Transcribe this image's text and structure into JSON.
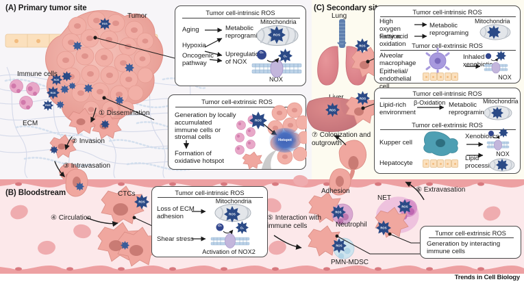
{
  "figure": {
    "footer": "Trends in Cell Biology"
  },
  "panels": {
    "a": {
      "title": "(A) Primary tumor site",
      "labels": {
        "tumor": "Tumor",
        "immune_cells": "Immune cells",
        "ecm": "ECM"
      },
      "steps": [
        "① Dissemination",
        "② Invasion",
        "③ Intravasation"
      ],
      "card_intrinsic": {
        "title": "Tumor cell-intrinsic ROS",
        "inputs": [
          "Aging",
          "Hypoxia",
          "Oncogenic pathway"
        ],
        "outputs": [
          "Metabolic reprograming",
          "Upregulation of NOX"
        ],
        "organelle": "Mitochondria",
        "enzyme": "NOX",
        "ros_tag": "ROS",
        "oxygen": "O₂"
      },
      "card_extrinsic": {
        "title": "Tumor cell-extrinsic ROS",
        "line1": "Generation by locally accumulated immune cells or stromal cells",
        "line2": "Formation of oxidative hotspot",
        "hotspot_tag": "Hotspot",
        "ros_tag": "ROS"
      }
    },
    "b": {
      "title": "(B) Bloodstream",
      "labels": {
        "ctcs": "CTCs",
        "adhesion": "Adhesion",
        "neutrophil": "Neutrophil",
        "pmn_mdsc": "PMN-MDSC",
        "net": "NET"
      },
      "steps": [
        "④ Circulation",
        "⑤ Interaction with immune cells",
        "⑥ Extravasation"
      ],
      "card_intrinsic": {
        "title": "Tumor cell-intrinsic ROS",
        "inputs": [
          "Loss of ECM adhesion",
          "Shear stress"
        ],
        "organelle": "Mitochondria",
        "footer": "Activation of NOX2",
        "ros_tag": "ROS",
        "oxygen": "O₂"
      },
      "card_extrinsic": {
        "title": "Tumor cell-extrinsic ROS",
        "body": "Generation by interacting immune cells"
      }
    },
    "c": {
      "title": "(C) Secondary sites",
      "labels": {
        "lung": "Lung",
        "liver": "Liver"
      },
      "steps": [
        "⑦ Colonization and outgrowth"
      ],
      "lung_card": {
        "intrinsic_title": "Tumor cell-intrinsic ROS",
        "intrinsic_inputs": [
          "High oxygen tension",
          "Fatty acid oxidation"
        ],
        "intrinsic_output": "Metabolic reprograming",
        "organelle": "Mitochondria",
        "extrinsic_title": "Tumor cell-extrinsic ROS",
        "extrinsic_rows": [
          "Alveolar macrophage",
          "Epithelial/ endothelial cell"
        ],
        "extrinsic_output": "Inhaled xenobiotics",
        "enzyme": "NOX",
        "ros_tag": "ROS"
      },
      "liver_card": {
        "intrinsic_title": "Tumor cell-intrinsic ROS",
        "intrinsic_input": "Lipid-rich environment",
        "intrinsic_arrow_label": "β-Oxidation",
        "intrinsic_output": "Metabolic reprograming",
        "organelle": "Mitochondria",
        "extrinsic_title": "Tumor cell-extrinsic ROS",
        "extrinsic_rows": [
          "Kupper cell",
          "Hepatocyte"
        ],
        "extrinsic_outputs": [
          "Xenobiotics",
          "Lipid processing"
        ],
        "enzyme": "NOX",
        "ros_tag": "ROS"
      }
    }
  },
  "colors": {
    "panel_a_bg": "#f7f5f8",
    "panel_b_bg": "#fce8ea",
    "panel_c_bg": "#fdfbf0",
    "tumor_pink": "#f0a79f",
    "ros_blue": "#2b4a86",
    "endothelium": "#eda0a2",
    "ecm_fiber": "#c6cde4",
    "immune_magenta": "#e4a0c4",
    "macrophage_purple": "#9a93d8",
    "kupffer_teal": "#4e9fb3",
    "epithelial_tan": "#fbe0bd",
    "nox_lilac": "#c3b6dc"
  }
}
